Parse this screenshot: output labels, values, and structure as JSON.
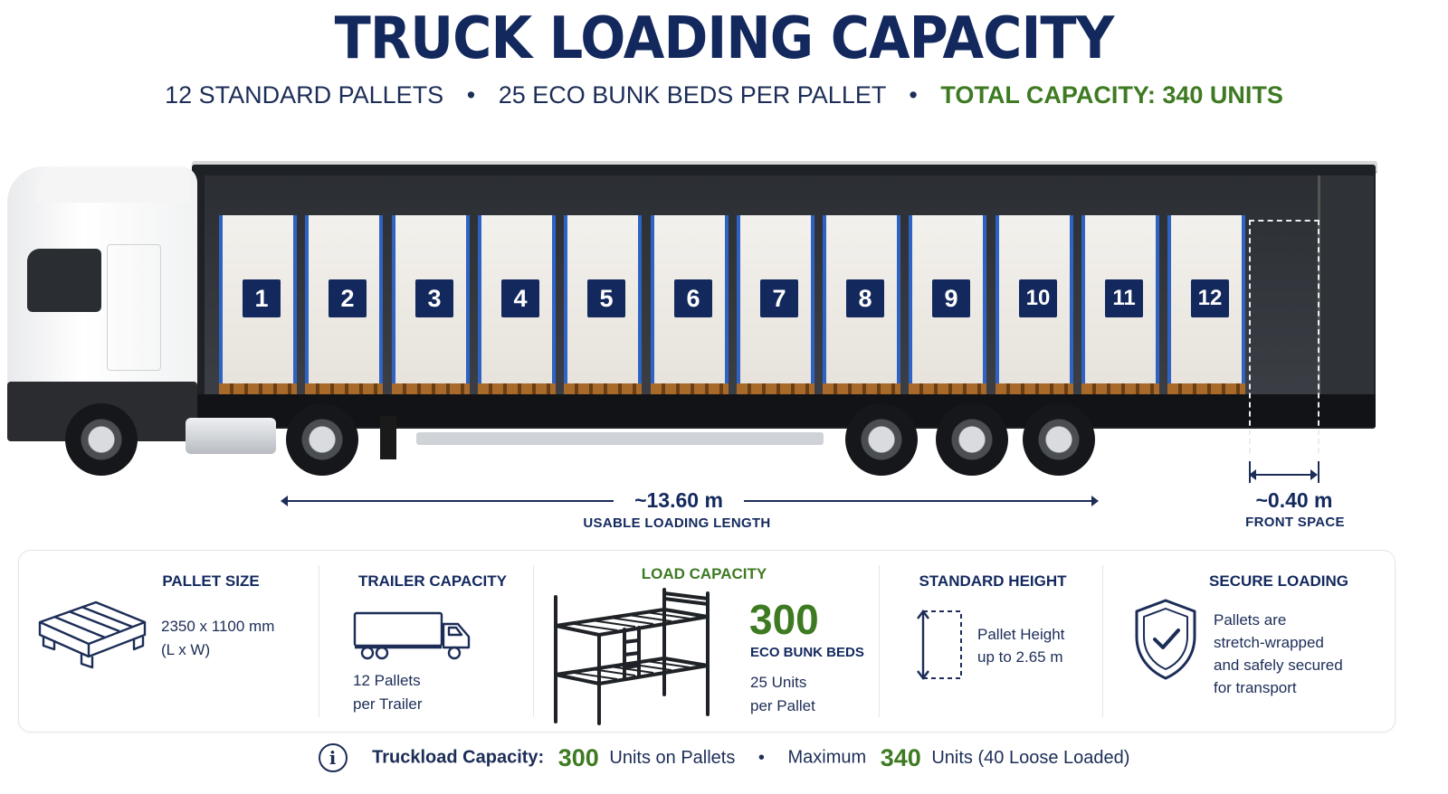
{
  "header": {
    "title": "TRUCK LOADING CAPACITY",
    "subtitle_part1": "12 STANDARD PALLETS",
    "subtitle_sep": "•",
    "subtitle_part2": "25 ECO BUNK BEDS PER PALLET",
    "subtitle_part3": "TOTAL CAPACITY: 340 UNITS"
  },
  "pallets": [
    "1",
    "2",
    "3",
    "4",
    "5",
    "6",
    "7",
    "8",
    "9",
    "10",
    "11",
    "12"
  ],
  "dimensions": {
    "length_value": "~13.60 m",
    "length_label": "USABLE LOADING LENGTH",
    "front_value": "~0.40 m",
    "front_label": "FRONT SPACE"
  },
  "info": {
    "pallet_size": {
      "title": "PALLET SIZE",
      "line1": "2350 x 1100 mm",
      "line2": "(L x W)",
      "icon": "pallet-icon"
    },
    "trailer_capacity": {
      "title": "TRAILER CAPACITY",
      "line1": "12 Pallets",
      "line2": "per Trailer",
      "icon": "trailer-truck-icon"
    },
    "load_capacity": {
      "title": "LOAD CAPACITY",
      "number": "300",
      "unit": "ECO BUNK BEDS",
      "line1": "25 Units",
      "line2": "per Pallet",
      "icon": "bunk-bed-icon"
    },
    "standard_height": {
      "title": "STANDARD HEIGHT",
      "line1": "Pallet Height",
      "line2": "up to 2.65 m",
      "icon": "height-icon"
    },
    "secure_loading": {
      "title": "SECURE LOADING",
      "line1": "Pallets are",
      "line2": "stretch-wrapped",
      "line3": "and safely secured",
      "line4": "for transport",
      "icon": "shield-check-icon"
    }
  },
  "footer": {
    "label": "Truckload Capacity:",
    "num1": "300",
    "text1": "Units on Pallets",
    "sep": "•",
    "text2": "Maximum",
    "num2": "340",
    "text3": "Units (40 Loose Loaded)",
    "icon": "info-icon"
  },
  "colors": {
    "navy": "#13295e",
    "green": "#3e7a22",
    "pallet_strap": "#2e63c4"
  }
}
